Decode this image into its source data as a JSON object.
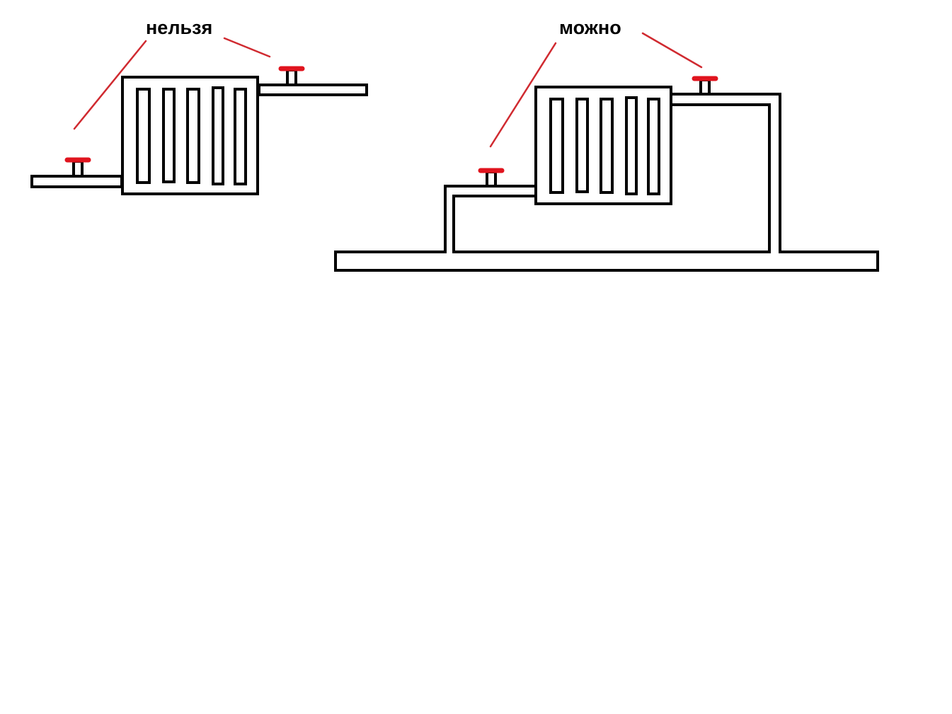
{
  "colors": {
    "background": "#ffffff",
    "line": "#000000",
    "valve": "#e0141e",
    "pointer": "#d02a30"
  },
  "diagrams": [
    {
      "id": "incorrect",
      "label": "нельзя",
      "valves": 2,
      "radiator_fins": 5,
      "bypass": false
    },
    {
      "id": "correct",
      "label": "можно",
      "valves": 2,
      "radiator_fins": 5,
      "bypass": true
    }
  ]
}
